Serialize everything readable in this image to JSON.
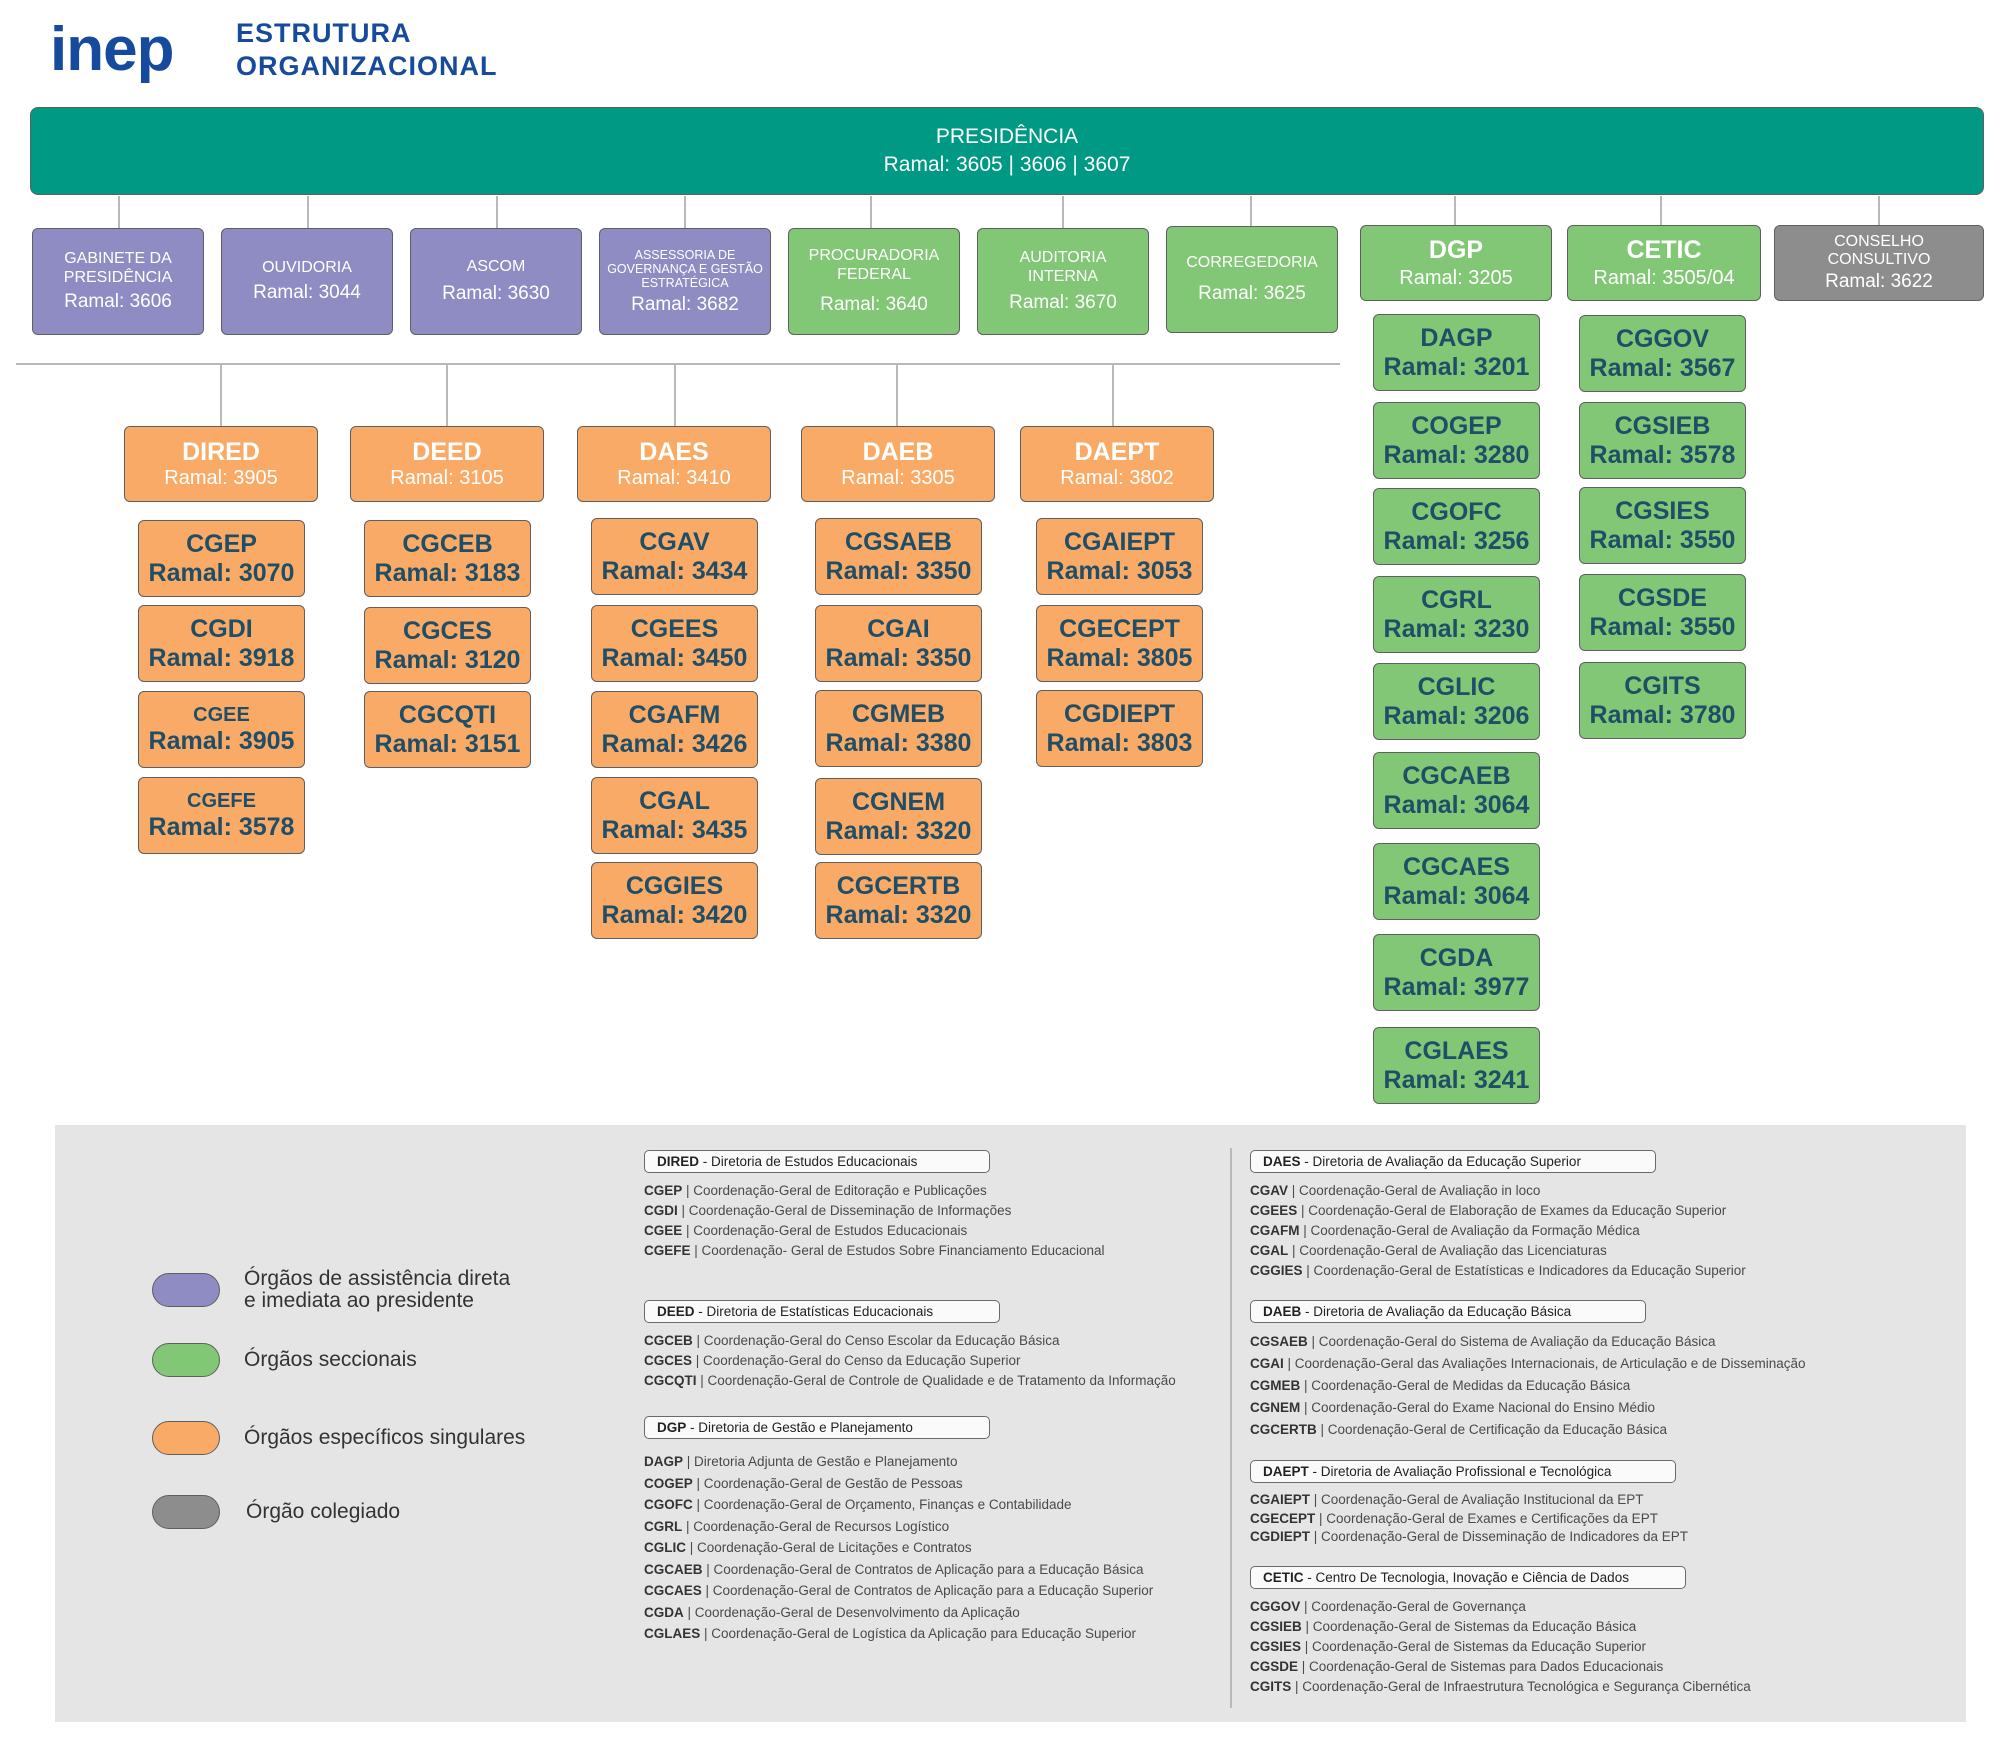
{
  "header": {
    "logo": "inep",
    "title_line1": "ESTRUTURA",
    "title_line2": "ORGANIZACIONAL"
  },
  "presidencia": {
    "name": "PRESIDÊNCIA",
    "ramal": "Ramal: 3605 | 3606 | 3607"
  },
  "assist": [
    {
      "name": "GABINETE DA PRESIDÊNCIA",
      "ramal": "Ramal: 3606"
    },
    {
      "name": "OUVIDORIA",
      "ramal": "Ramal: 3044"
    },
    {
      "name": "ASCOM",
      "ramal": "Ramal: 3630"
    },
    {
      "name": "ASSESSORIA DE GOVERNANÇA E GESTÃO ESTRATÉGICA",
      "ramal": "Ramal: 3682"
    }
  ],
  "seccionais_top": [
    {
      "name": "PROCURADORIA FEDERAL",
      "ramal": "Ramal: 3640"
    },
    {
      "name": "AUDITORIA INTERNA",
      "ramal": "Ramal: 3670"
    },
    {
      "name": "CORREGEDORIA",
      "ramal": "Ramal: 3625"
    }
  ],
  "dgp": {
    "name": "DGP",
    "ramal": "Ramal: 3205",
    "children": [
      {
        "name": "DAGP",
        "ramal": "Ramal: 3201"
      },
      {
        "name": "COGEP",
        "ramal": "Ramal: 3280"
      },
      {
        "name": "CGOFC",
        "ramal": "Ramal: 3256"
      },
      {
        "name": "CGRL",
        "ramal": "Ramal: 3230"
      },
      {
        "name": "CGLIC",
        "ramal": "Ramal: 3206"
      },
      {
        "name": "CGCAEB",
        "ramal": "Ramal: 3064"
      },
      {
        "name": "CGCAES",
        "ramal": "Ramal: 3064"
      },
      {
        "name": "CGDA",
        "ramal": "Ramal: 3977"
      },
      {
        "name": "CGLAES",
        "ramal": "Ramal: 3241"
      }
    ]
  },
  "cetic": {
    "name": "CETIC",
    "ramal": "Ramal: 3505/04",
    "children": [
      {
        "name": "CGGOV",
        "ramal": "Ramal: 3567"
      },
      {
        "name": "CGSIEB",
        "ramal": "Ramal: 3578"
      },
      {
        "name": "CGSIES",
        "ramal": "Ramal: 3550"
      },
      {
        "name": "CGSDE",
        "ramal": "Ramal: 3550"
      },
      {
        "name": "CGITS",
        "ramal": "Ramal: 3780"
      }
    ]
  },
  "conselho": {
    "name": "CONSELHO CONSULTIVO",
    "ramal": "Ramal: 3622"
  },
  "diretorias": [
    {
      "name": "DIRED",
      "ramal": "Ramal: 3905",
      "children": [
        {
          "name": "CGEP",
          "ramal": "Ramal: 3070"
        },
        {
          "name": "CGDI",
          "ramal": "Ramal: 3918"
        },
        {
          "name": "CGEE",
          "ramal": "Ramal: 3905"
        },
        {
          "name": "CGEFE",
          "ramal": "Ramal: 3578"
        }
      ]
    },
    {
      "name": "DEED",
      "ramal": "Ramal: 3105",
      "children": [
        {
          "name": "CGCEB",
          "ramal": "Ramal: 3183"
        },
        {
          "name": "CGCES",
          "ramal": "Ramal: 3120"
        },
        {
          "name": "CGCQTI",
          "ramal": "Ramal: 3151"
        }
      ]
    },
    {
      "name": "DAES",
      "ramal": "Ramal: 3410",
      "children": [
        {
          "name": "CGAV",
          "ramal": "Ramal: 3434"
        },
        {
          "name": "CGEES",
          "ramal": "Ramal: 3450"
        },
        {
          "name": "CGAFM",
          "ramal": "Ramal: 3426"
        },
        {
          "name": "CGAL",
          "ramal": "Ramal: 3435"
        },
        {
          "name": "CGGIES",
          "ramal": "Ramal: 3420"
        }
      ]
    },
    {
      "name": "DAEB",
      "ramal": "Ramal: 3305",
      "children": [
        {
          "name": "CGSAEB",
          "ramal": "Ramal: 3350"
        },
        {
          "name": "CGAI",
          "ramal": "Ramal: 3350"
        },
        {
          "name": "CGMEB",
          "ramal": "Ramal: 3380"
        },
        {
          "name": "CGNEM",
          "ramal": "Ramal: 3320"
        },
        {
          "name": "CGCERTB",
          "ramal": "Ramal: 3320"
        }
      ]
    },
    {
      "name": "DAEPT",
      "ramal": "Ramal: 3802",
      "children": [
        {
          "name": "CGAIEPT",
          "ramal": "Ramal: 3053"
        },
        {
          "name": "CGECEPT",
          "ramal": "Ramal: 3805"
        },
        {
          "name": "CGDIEPT",
          "ramal": "Ramal: 3803"
        }
      ]
    }
  ],
  "legend": [
    {
      "label": "Órgãos de assistência direta e imediata ao presidente",
      "color": "#8f8cc3"
    },
    {
      "label": "Órgãos seccionais",
      "color": "#82c775"
    },
    {
      "label": "Órgãos específicos singulares",
      "color": "#f9aa66"
    },
    {
      "label": "Órgão colegiado",
      "color": "#8d8d8d"
    }
  ],
  "glossary": {
    "dired": {
      "abbr": "DIRED",
      "title": "Diretoria de Estudos Educacionais",
      "items": [
        {
          "abbr": "CGEP",
          "text": "Coordenação-Geral de Editoração e Publicações"
        },
        {
          "abbr": "CGDI",
          "text": "Coordenação-Geral de Disseminação de Informações"
        },
        {
          "abbr": "CGEE",
          "text": "Coordenação-Geral de Estudos Educacionais"
        },
        {
          "abbr": "CGEFE",
          "text": "Coordenação- Geral de Estudos Sobre Financiamento  Educacional"
        }
      ]
    },
    "deed": {
      "abbr": "DEED",
      "title": "Diretoria de Estatísticas Educacionais",
      "items": [
        {
          "abbr": "CGCEB",
          "text": "Coordenação-Geral do Censo Escolar da Educação Básica"
        },
        {
          "abbr": "CGCES",
          "text": "Coordenação-Geral do Censo da Educação Superior"
        },
        {
          "abbr": "CGCQTI",
          "text": "Coordenação-Geral de Controle de Qualidade e de Tratamento da Informação"
        }
      ]
    },
    "dgp": {
      "abbr": "DGP",
      "title": "Diretoria de Gestão e Planejamento",
      "items": [
        {
          "abbr": "DAGP",
          "text": "Diretoria Adjunta de Gestão e Planejamento"
        },
        {
          "abbr": "COGEP",
          "text": "Coordenação-Geral de Gestão de Pessoas"
        },
        {
          "abbr": "CGOFC",
          "text": "Coordenação-Geral de Orçamento, Finanças e Contabilidade"
        },
        {
          "abbr": "CGRL",
          "text": "Coordenação-Geral de Recursos Logístico"
        },
        {
          "abbr": "CGLIC",
          "text": "Coordenação-Geral de Licitações e Contratos"
        },
        {
          "abbr": "CGCAEB",
          "text": "Coordenação-Geral de Contratos de Aplicação para a Educação Básica"
        },
        {
          "abbr": "CGCAES",
          "text": "Coordenação-Geral de Contratos de Aplicação para a Educação Superior"
        },
        {
          "abbr": "CGDA",
          "text": "Coordenação-Geral de Desenvolvimento da Aplicação"
        },
        {
          "abbr": "CGLAES",
          "text": "Coordenação-Geral de Logística da Aplicação para Educação Superior"
        }
      ]
    },
    "daes": {
      "abbr": "DAES",
      "title": "Diretoria de Avaliação da Educação Superior",
      "items": [
        {
          "abbr": "CGAV",
          "text": "Coordenação-Geral de Avaliação in loco"
        },
        {
          "abbr": "CGEES",
          "text": "Coordenação-Geral de Elaboração de Exames da Educação Superior"
        },
        {
          "abbr": "CGAFM",
          "text": "Coordenação-Geral de Avaliação da Formação Médica"
        },
        {
          "abbr": "CGAL",
          "text": "Coordenação-Geral de Avaliação das Licenciaturas"
        },
        {
          "abbr": "CGGIES",
          "text": "Coordenação-Geral de Estatísticas e Indicadores da Educação Superior"
        }
      ]
    },
    "daeb": {
      "abbr": "DAEB",
      "title": "Diretoria de Avaliação da Educação Básica",
      "items": [
        {
          "abbr": "CGSAEB",
          "text": "Coordenação-Geral do Sistema de Avaliação da Educação Básica"
        },
        {
          "abbr": "CGAI",
          "text": "Coordenação-Geral das Avaliações Internacionais, de Articulação e de Disseminação"
        },
        {
          "abbr": "CGMEB",
          "text": "Coordenação-Geral de Medidas da Educação Básica"
        },
        {
          "abbr": "CGNEM",
          "text": "Coordenação-Geral do Exame Nacional do Ensino Médio"
        },
        {
          "abbr": "CGCERTB",
          "text": "Coordenação-Geral de Certificação da Educação Básica"
        }
      ]
    },
    "daept": {
      "abbr": "DAEPT",
      "title": "Diretoria de Avaliação Profissional e Tecnológica",
      "items": [
        {
          "abbr": "CGAIEPT",
          "text": "Coordenação-Geral de Avaliação Institucional da EPT"
        },
        {
          "abbr": "CGECEPT",
          "text": "Coordenação-Geral de Exames e Certificações da EPT"
        },
        {
          "abbr": "CGDIEPT",
          "text": "Coordenação-Geral de Disseminação de Indicadores da EPT"
        }
      ]
    },
    "cetic": {
      "abbr": "CETIC",
      "title": "Centro De Tecnologia, Inovação e Ciência de Dados",
      "items": [
        {
          "abbr": "CGGOV",
          "text": "Coordenação-Geral de Governança"
        },
        {
          "abbr": "CGSIEB",
          "text": "Coordenação-Geral de Sistemas da Educação Básica"
        },
        {
          "abbr": "CGSIES",
          "text": "Coordenação-Geral de Sistemas da Educação Superior"
        },
        {
          "abbr": "CGSDE",
          "text": "Coordenação-Geral de Sistemas para Dados Educacionais"
        },
        {
          "abbr": "CGITS",
          "text": "Coordenação-Geral de Infraestrutura Tecnológica e Segurança Cibernética"
        }
      ]
    }
  }
}
